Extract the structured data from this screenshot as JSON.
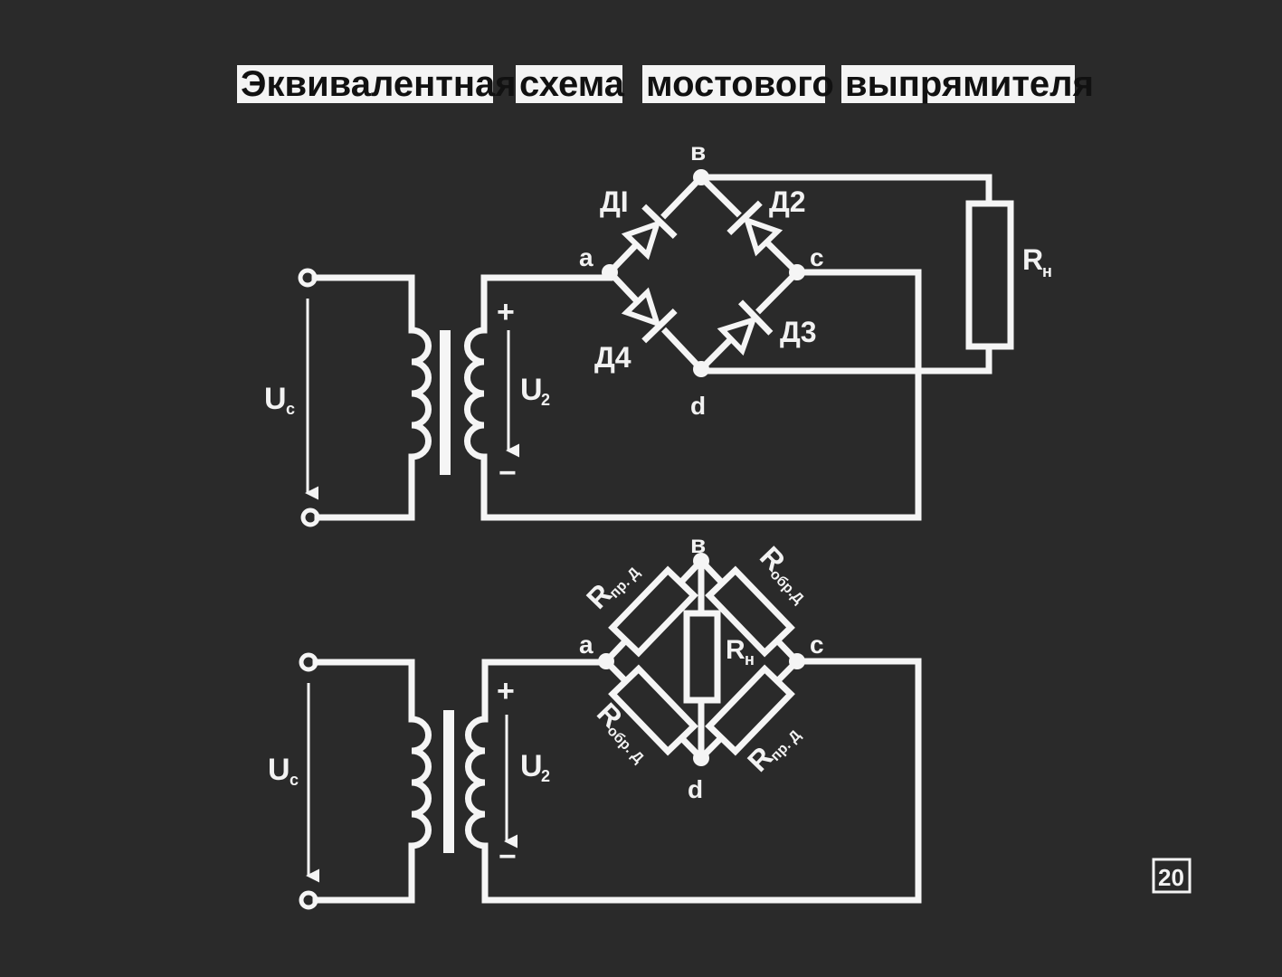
{
  "slide": {
    "title_words": [
      "Эквивалентная",
      "схема",
      "мостового",
      "выпрямителя"
    ],
    "page_number": "20"
  },
  "top_circuit": {
    "labels": {
      "node_b": "в",
      "node_a": "а",
      "node_c": "с",
      "node_d": "d",
      "d1": "ДI",
      "d2": "Д2",
      "d3": "Д3",
      "d4": "Д4",
      "load_R": "R",
      "load_sub": "н",
      "uc": "U",
      "uc_sub": "с",
      "u2": "U",
      "u2_sub": "2",
      "plus": "+",
      "minus": "−"
    }
  },
  "bottom_circuit": {
    "labels": {
      "node_b": "в",
      "node_a": "а",
      "node_c": "с",
      "node_d": "d",
      "r_main": "R",
      "r_fwd_sub": "пр. Д",
      "r_rev_sub": "обр.Д",
      "r_rev_sub2": "обр. Д",
      "load_R": "R",
      "load_sub": "н",
      "uc": "U",
      "uc_sub": "с",
      "u2": "U",
      "u2_sub": "2",
      "plus": "+",
      "minus": "−"
    }
  }
}
